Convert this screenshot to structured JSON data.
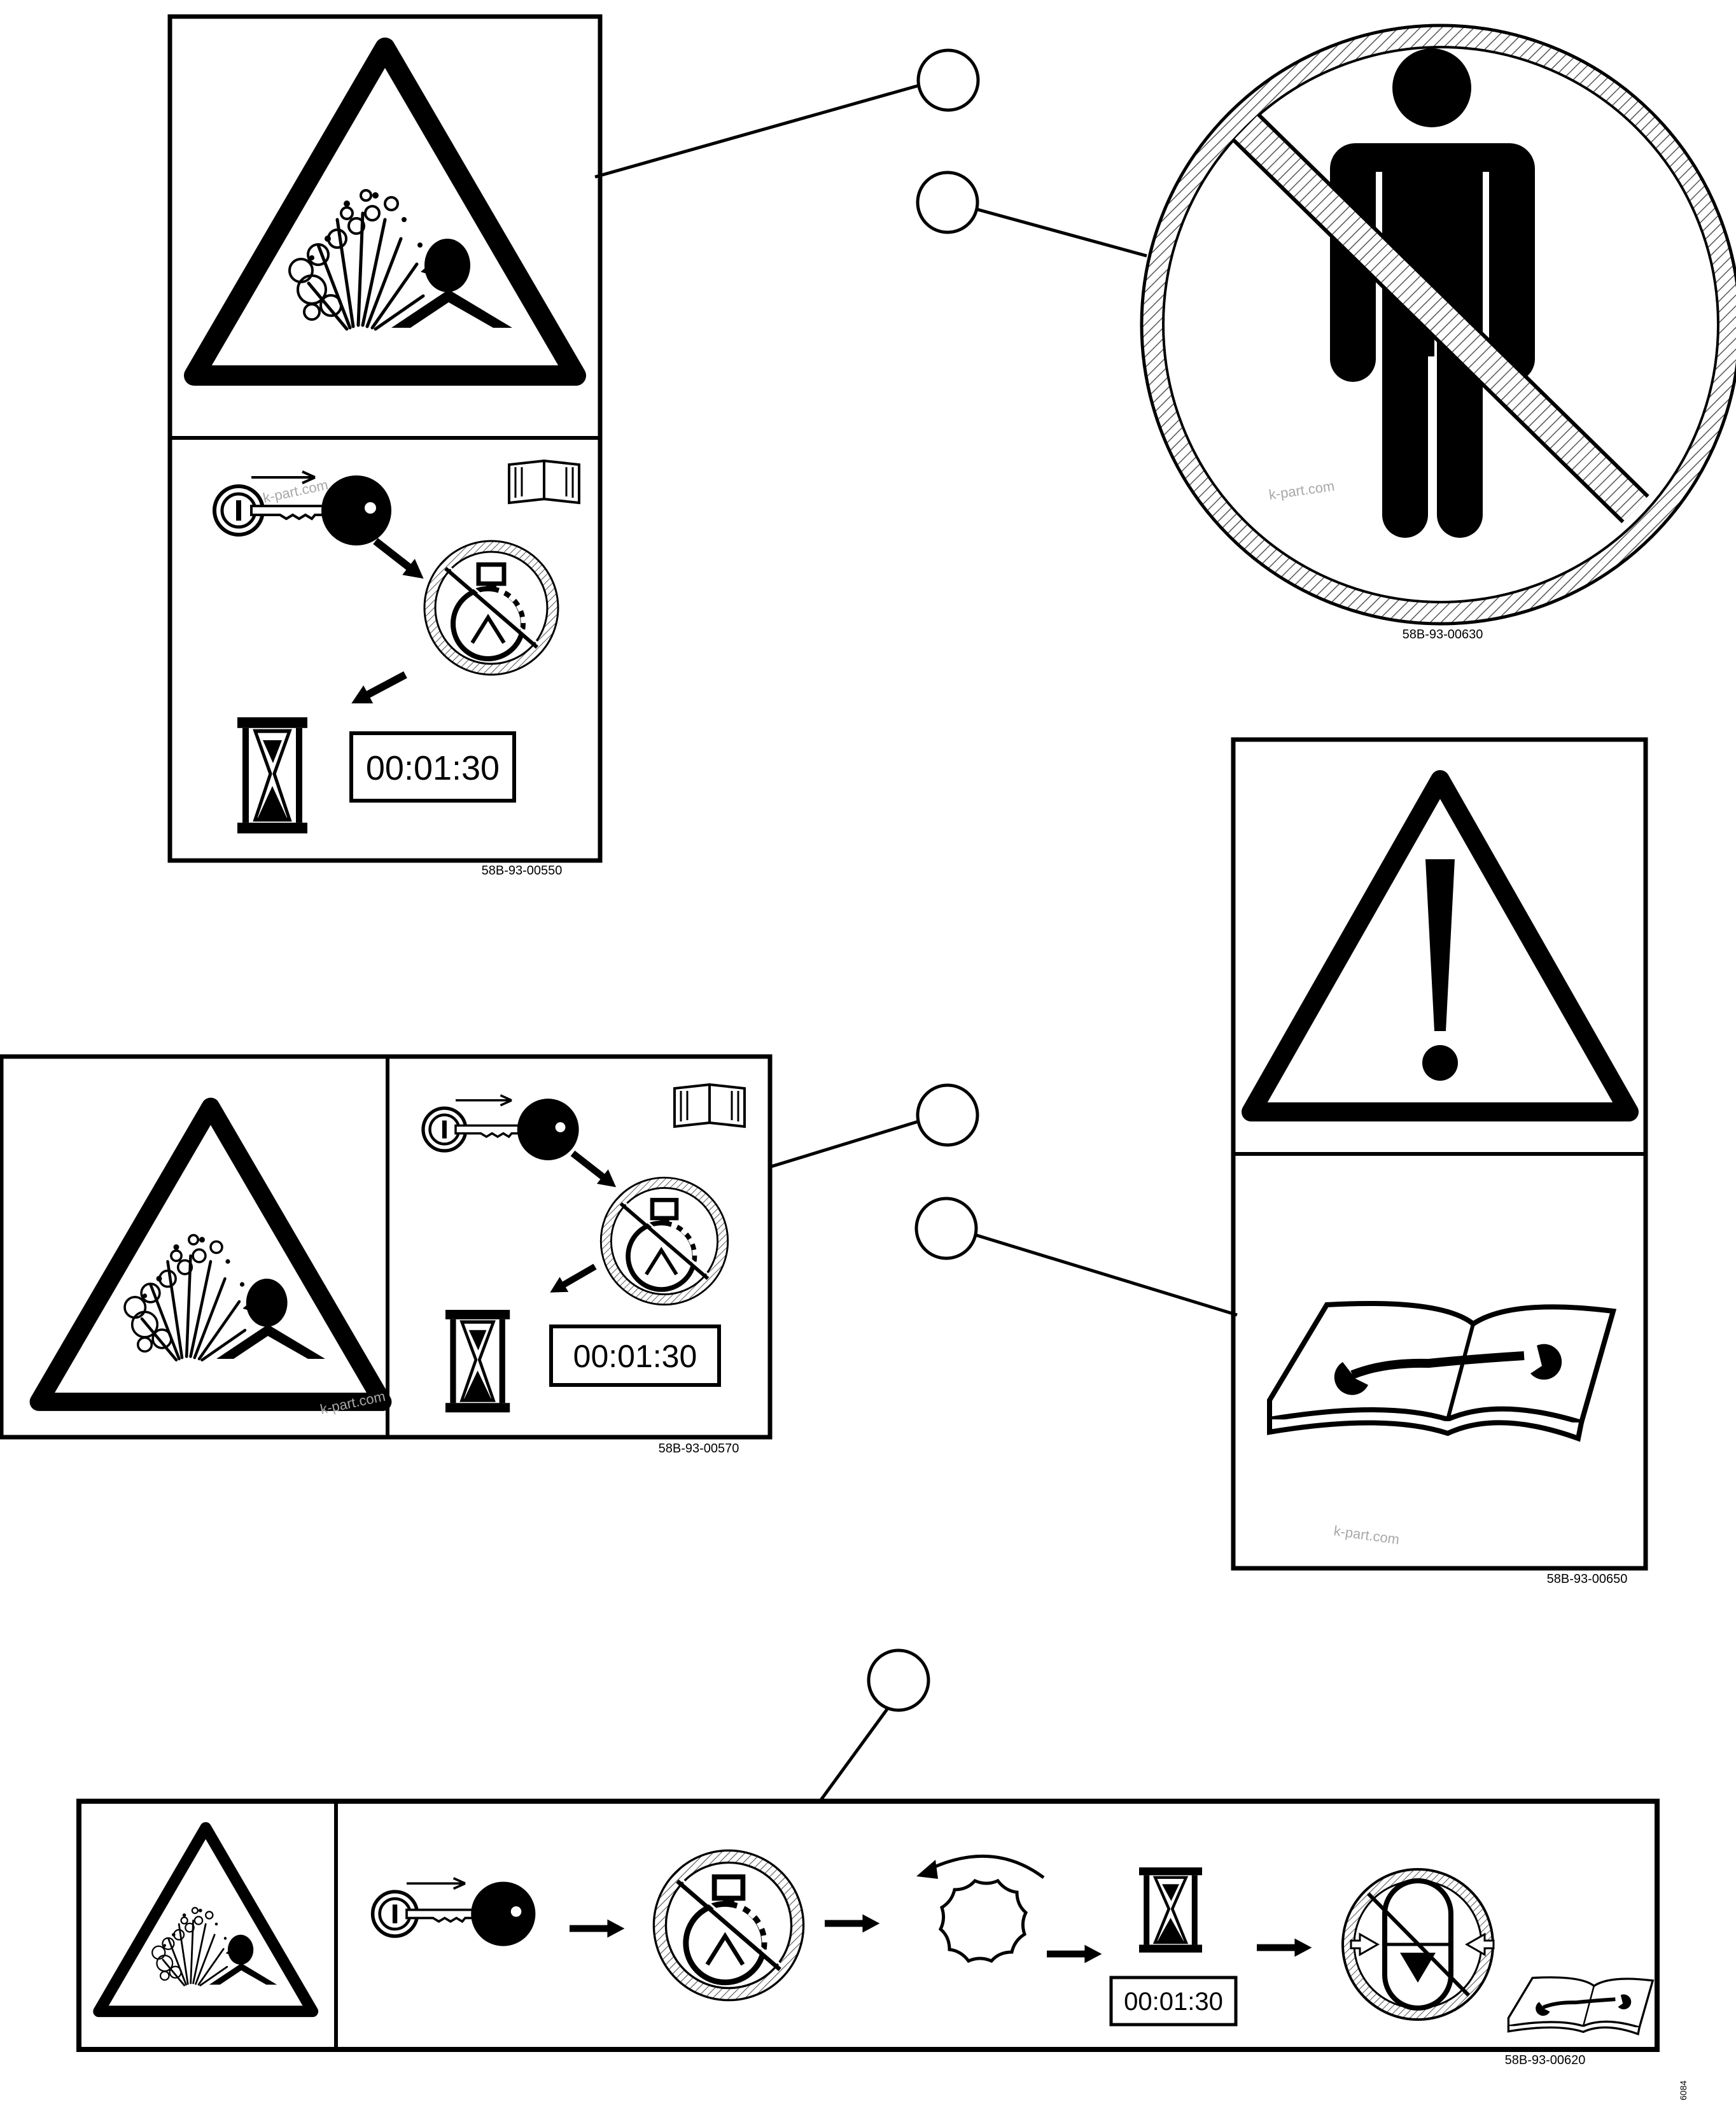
{
  "decals": {
    "d550": {
      "code": "58B-93-00550",
      "timer": "00:01:30"
    },
    "d630": {
      "code": "58B-93-00630",
      "watermark": "k-part.com"
    },
    "d570": {
      "code": "58B-93-00570",
      "timer": "00:01:30",
      "watermark": "k-part.com"
    },
    "d650": {
      "code": "58B-93-00650",
      "watermark": "k-part.com"
    },
    "d620": {
      "code": "58B-93-00620",
      "timer": "00:01:30"
    }
  },
  "figure_id": "6084",
  "icons": [
    "explosion-warning-icon",
    "key-switch-icon",
    "no-engine-icon",
    "hourglass-icon",
    "book-icon",
    "no-person-icon",
    "exclamation-warning-icon",
    "manual-wrench-icon",
    "rotating-cap-icon",
    "no-accumulator-icon",
    "callout-circle"
  ],
  "colors": {
    "ink": "#000000",
    "paper": "#ffffff",
    "hatch": "#555555",
    "watermark": "#a8a8a8"
  }
}
